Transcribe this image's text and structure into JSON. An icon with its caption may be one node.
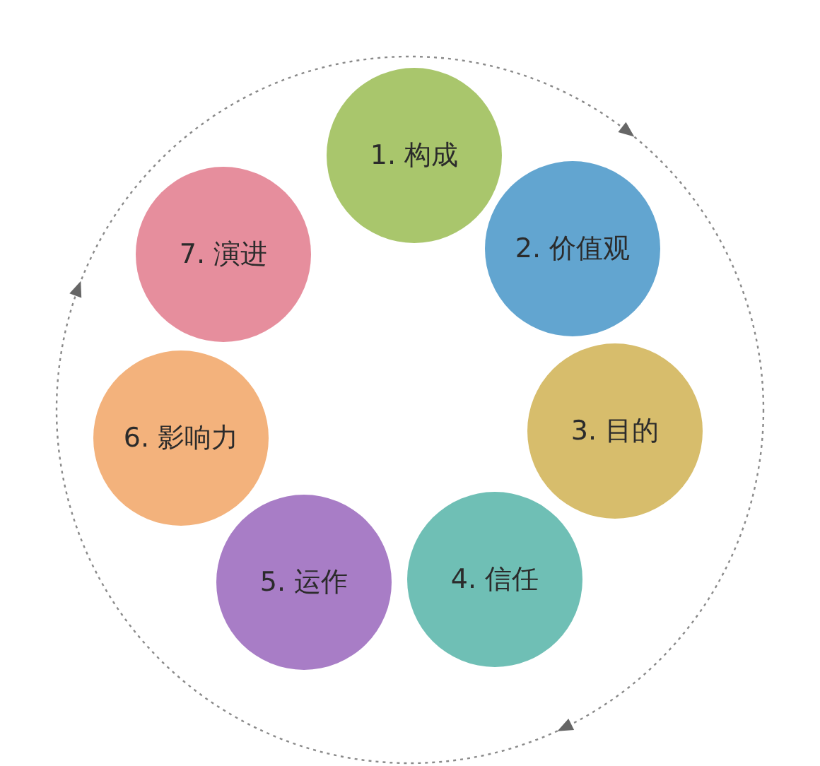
{
  "diagram": {
    "nodes": [
      {
        "text": [
          "1. 构成"
        ]
      },
      {
        "text": [
          "2. 价值观"
        ]
      },
      {
        "text": [
          "3. 目的"
        ]
      },
      {
        "text": [
          "4. 信任"
        ]
      },
      {
        "text": [
          "5. 运作"
        ]
      },
      {
        "text": [
          "6. 影响力"
        ]
      },
      {
        "text": [
          "7. 演进"
        ]
      }
    ]
  }
}
